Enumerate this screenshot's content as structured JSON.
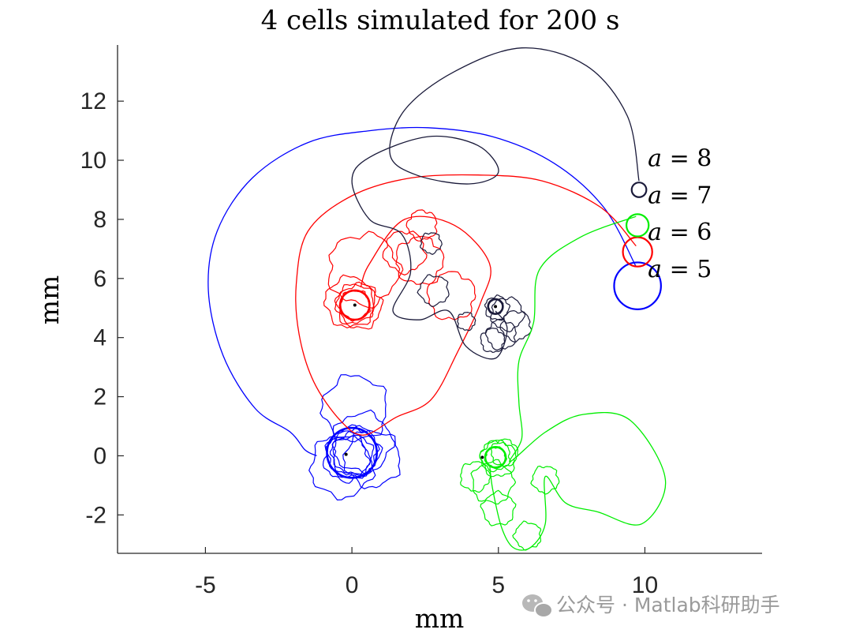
{
  "chart_data": {
    "type": "line",
    "title": "4 cells simulated for 200 s",
    "xlabel": "mm",
    "ylabel": "mm",
    "xlim": [
      -8,
      14
    ],
    "ylim": [
      -3.3,
      13.9
    ],
    "xticks": [
      -5,
      0,
      5,
      10
    ],
    "xtick_labels": [
      "-5",
      "0",
      "5",
      "10"
    ],
    "yticks": [
      -2,
      0,
      2,
      4,
      6,
      8,
      10,
      12
    ],
    "ytick_labels": [
      "-2",
      "0",
      "2",
      "4",
      "6",
      "8",
      "10",
      "12"
    ],
    "grid": false,
    "box": false,
    "annotations": [
      {
        "var": "a",
        "text": " = 8",
        "x": 10.1,
        "y": 9.8
      },
      {
        "var": "a",
        "text": " = 7",
        "x": 10.1,
        "y": 8.55
      },
      {
        "var": "a",
        "text": " = 6",
        "x": 10.1,
        "y": 7.3
      },
      {
        "var": "a",
        "text": " = 5",
        "x": 10.1,
        "y": 6.05
      }
    ],
    "series": [
      {
        "color": "#0000ff",
        "start": {
          "x": 9.75,
          "y": 5.75,
          "r": 0.8
        },
        "end": {
          "x": -0.2,
          "y": 0.05
        },
        "path": [
          [
            9.7,
            6.4
          ],
          [
            8.6,
            8.4
          ],
          [
            6.9,
            9.9
          ],
          [
            4.8,
            10.8
          ],
          [
            2.6,
            11.1
          ],
          [
            0.6,
            11.0
          ],
          [
            -1.5,
            10.6
          ],
          [
            -3.4,
            9.4
          ],
          [
            -4.6,
            7.6
          ],
          [
            -4.9,
            5.6
          ],
          [
            -4.4,
            3.4
          ],
          [
            -3.3,
            1.6
          ],
          [
            -2.1,
            0.8
          ],
          [
            -1.6,
            0.2
          ],
          [
            -1.2,
            0.0
          ]
        ],
        "end_loops": [
          [
            0.0,
            0.1,
            0.85
          ],
          [
            0.35,
            0.45,
            1.0
          ],
          [
            -0.35,
            -0.35,
            1.05
          ],
          [
            0.7,
            -0.1,
            0.95
          ],
          [
            0.1,
            1.6,
            1.1
          ],
          [
            0.0,
            0.05,
            0.7
          ],
          [
            0.15,
            0.15,
            0.8
          ],
          [
            -0.2,
            -0.1,
            0.75
          ]
        ]
      },
      {
        "color": "#ff0000",
        "start": {
          "x": 9.75,
          "y": 6.9,
          "r": 0.5
        },
        "end": {
          "x": 0.1,
          "y": 5.1
        },
        "path": [
          [
            9.7,
            7.1
          ],
          [
            8.5,
            8.4
          ],
          [
            6.5,
            9.3
          ],
          [
            4.3,
            9.5
          ],
          [
            2.0,
            9.4
          ],
          [
            0.0,
            8.8
          ],
          [
            -1.5,
            7.6
          ],
          [
            -1.9,
            5.8
          ],
          [
            -1.8,
            4.1
          ],
          [
            -1.3,
            2.5
          ],
          [
            -0.4,
            1.2
          ],
          [
            0.4,
            0.7
          ],
          [
            1.5,
            1.3
          ],
          [
            2.7,
            1.9
          ],
          [
            3.6,
            3.5
          ],
          [
            4.4,
            5.2
          ],
          [
            4.7,
            6.5
          ],
          [
            3.5,
            7.8
          ],
          [
            1.8,
            8.0
          ],
          [
            0.6,
            6.5
          ],
          [
            0.3,
            5.7
          ]
        ],
        "end_loops": [
          [
            0.1,
            5.1,
            0.5
          ],
          [
            0.1,
            5.15,
            0.65
          ],
          [
            -0.05,
            5.2,
            0.85
          ],
          [
            0.25,
            5.05,
            0.75
          ],
          [
            0.4,
            6.3,
            1.2
          ],
          [
            1.8,
            6.9,
            0.7
          ],
          [
            2.4,
            7.8,
            0.5
          ],
          [
            3.4,
            5.4,
            0.8
          ],
          [
            2.3,
            6.6,
            0.8
          ]
        ]
      },
      {
        "color": "#1a1a3a",
        "start": {
          "x": 9.8,
          "y": 9.0,
          "r": 0.25
        },
        "end": {
          "x": 4.9,
          "y": 5.05
        },
        "path": [
          [
            9.8,
            9.3
          ],
          [
            9.4,
            11.5
          ],
          [
            8.0,
            13.2
          ],
          [
            5.8,
            13.8
          ],
          [
            3.5,
            13.0
          ],
          [
            1.8,
            11.7
          ],
          [
            1.3,
            10.2
          ],
          [
            2.2,
            9.5
          ],
          [
            4.0,
            9.2
          ],
          [
            5.0,
            9.6
          ],
          [
            4.3,
            10.5
          ],
          [
            2.6,
            10.8
          ],
          [
            0.6,
            10.1
          ],
          [
            0.0,
            9.3
          ],
          [
            0.6,
            8.0
          ],
          [
            1.7,
            7.5
          ],
          [
            2.0,
            6.2
          ],
          [
            1.4,
            4.9
          ],
          [
            2.3,
            4.6
          ],
          [
            3.3,
            4.9
          ],
          [
            3.9,
            3.7
          ],
          [
            4.9,
            3.3
          ],
          [
            5.3,
            4.3
          ],
          [
            4.9,
            4.9
          ]
        ],
        "end_loops": [
          [
            4.9,
            5.05,
            0.25
          ],
          [
            4.95,
            5.0,
            0.4
          ],
          [
            5.3,
            4.8,
            0.55
          ],
          [
            5.6,
            4.4,
            0.5
          ],
          [
            5.1,
            4.1,
            0.5
          ],
          [
            4.8,
            3.9,
            0.4
          ],
          [
            3.9,
            4.55,
            0.3
          ],
          [
            2.7,
            7.2,
            0.35
          ],
          [
            2.8,
            5.6,
            0.5
          ]
        ]
      },
      {
        "color": "#00ee00",
        "start": {
          "x": 9.75,
          "y": 7.8,
          "r": 0.38
        },
        "end": {
          "x": 4.45,
          "y": -0.05
        },
        "path": [
          [
            9.7,
            8.1
          ],
          [
            7.8,
            7.4
          ],
          [
            6.4,
            6.3
          ],
          [
            6.2,
            4.5
          ],
          [
            5.7,
            3.2
          ],
          [
            5.7,
            1.8
          ],
          [
            5.8,
            0.6
          ],
          [
            5.4,
            -0.2
          ],
          [
            6.6,
            0.8
          ],
          [
            7.9,
            1.4
          ],
          [
            9.5,
            1.2
          ],
          [
            10.7,
            -0.8
          ],
          [
            9.9,
            -2.3
          ],
          [
            8.4,
            -1.9
          ],
          [
            7.3,
            -1.6
          ],
          [
            6.6,
            -0.7
          ],
          [
            6.6,
            -2.3
          ],
          [
            6.1,
            -3.1
          ],
          [
            5.5,
            -3.1
          ],
          [
            5.1,
            -2.4
          ],
          [
            4.8,
            -1.1
          ],
          [
            4.7,
            -0.3
          ]
        ],
        "end_loops": [
          [
            4.9,
            -0.05,
            0.35
          ],
          [
            4.9,
            0.0,
            0.5
          ],
          [
            5.0,
            -0.1,
            0.6
          ],
          [
            5.2,
            0.1,
            0.45
          ],
          [
            4.2,
            -0.7,
            0.5
          ],
          [
            6.6,
            -0.8,
            0.45
          ],
          [
            6.0,
            -2.7,
            0.45
          ],
          [
            5.0,
            -1.8,
            0.55
          ],
          [
            4.8,
            -0.9,
            0.7
          ]
        ]
      }
    ]
  },
  "watermark": {
    "text": "公众号 · Matlab科研助手"
  }
}
